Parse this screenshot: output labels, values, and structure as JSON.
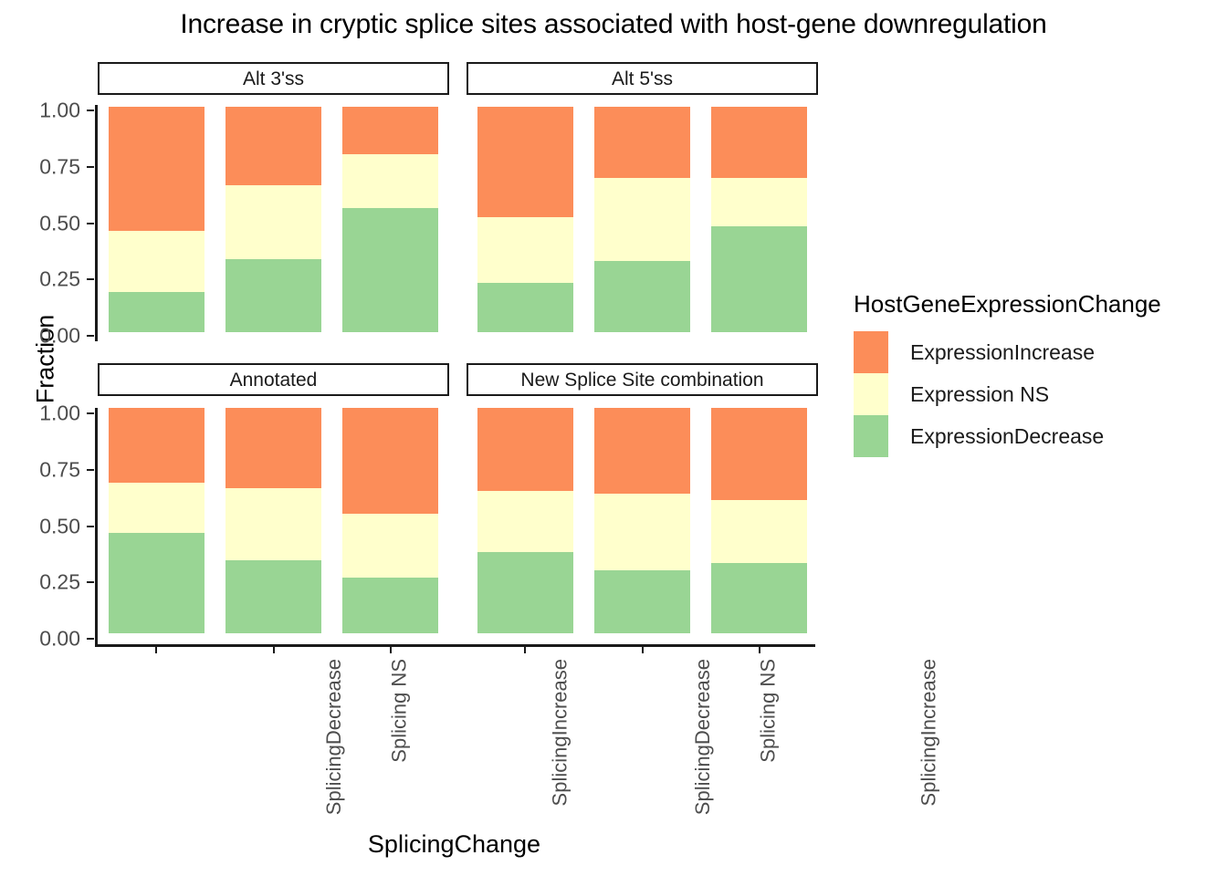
{
  "chart_data": {
    "type": "bar",
    "subtype": "stacked-proportional-faceted",
    "title": "Increase in cryptic splice sites associated with host-gene downregulation",
    "xlabel": "SplicingChange",
    "ylabel": "Fraction",
    "ylim": [
      0,
      1
    ],
    "ytick_labels": [
      "0.00",
      "0.25",
      "0.50",
      "0.75",
      "1.00"
    ],
    "ytick_values": [
      0.0,
      0.25,
      0.5,
      0.75,
      1.0
    ],
    "categories": [
      "SplicingDecrease",
      "Splicing NS",
      "SplicingIncrease"
    ],
    "grid": false,
    "legend_position": "right",
    "legend": {
      "title": "HostGeneExpressionChange",
      "entries": [
        {
          "label": "ExpressionIncrease",
          "color": "#fc8d59"
        },
        {
          "label": "Expression NS",
          "color": "#ffffcc"
        },
        {
          "label": "ExpressionDecrease",
          "color": "#99d594"
        }
      ]
    },
    "series": [
      {
        "name": "ExpressionIncrease",
        "color": "#fc8d59"
      },
      {
        "name": "Expression NS",
        "color": "#ffffcc"
      },
      {
        "name": "ExpressionDecrease",
        "color": "#99d594"
      }
    ],
    "facets": [
      {
        "label": "Alt 3'ss",
        "row": 0,
        "col": 0,
        "bars": [
          {
            "category": "SplicingDecrease",
            "ExpressionIncrease": 0.55,
            "ExpressionNS": 0.27,
            "ExpressionDecrease": 0.18
          },
          {
            "category": "Splicing NS",
            "ExpressionIncrease": 0.35,
            "ExpressionNS": 0.325,
            "ExpressionDecrease": 0.325
          },
          {
            "category": "SplicingIncrease",
            "ExpressionIncrease": 0.21,
            "ExpressionNS": 0.24,
            "ExpressionDecrease": 0.55
          }
        ]
      },
      {
        "label": "Alt 5'ss",
        "row": 0,
        "col": 1,
        "bars": [
          {
            "category": "SplicingDecrease",
            "ExpressionIncrease": 0.49,
            "ExpressionNS": 0.29,
            "ExpressionDecrease": 0.22
          },
          {
            "category": "Splicing NS",
            "ExpressionIncrease": 0.315,
            "ExpressionNS": 0.37,
            "ExpressionDecrease": 0.315
          },
          {
            "category": "SplicingIncrease",
            "ExpressionIncrease": 0.315,
            "ExpressionNS": 0.215,
            "ExpressionDecrease": 0.47
          }
        ]
      },
      {
        "label": "Annotated",
        "row": 1,
        "col": 0,
        "bars": [
          {
            "category": "SplicingDecrease",
            "ExpressionIncrease": 0.33,
            "ExpressionNS": 0.225,
            "ExpressionDecrease": 0.445
          },
          {
            "category": "Splicing NS",
            "ExpressionIncrease": 0.355,
            "ExpressionNS": 0.32,
            "ExpressionDecrease": 0.325
          },
          {
            "category": "SplicingIncrease",
            "ExpressionIncrease": 0.47,
            "ExpressionNS": 0.285,
            "ExpressionDecrease": 0.245
          }
        ]
      },
      {
        "label": "New Splice Site combination",
        "row": 1,
        "col": 1,
        "bars": [
          {
            "category": "SplicingDecrease",
            "ExpressionIncrease": 0.37,
            "ExpressionNS": 0.27,
            "ExpressionDecrease": 0.36
          },
          {
            "category": "Splicing NS",
            "ExpressionIncrease": 0.38,
            "ExpressionNS": 0.34,
            "ExpressionDecrease": 0.28
          },
          {
            "category": "SplicingIncrease",
            "ExpressionIncrease": 0.41,
            "ExpressionNS": 0.28,
            "ExpressionDecrease": 0.31
          }
        ]
      }
    ]
  }
}
